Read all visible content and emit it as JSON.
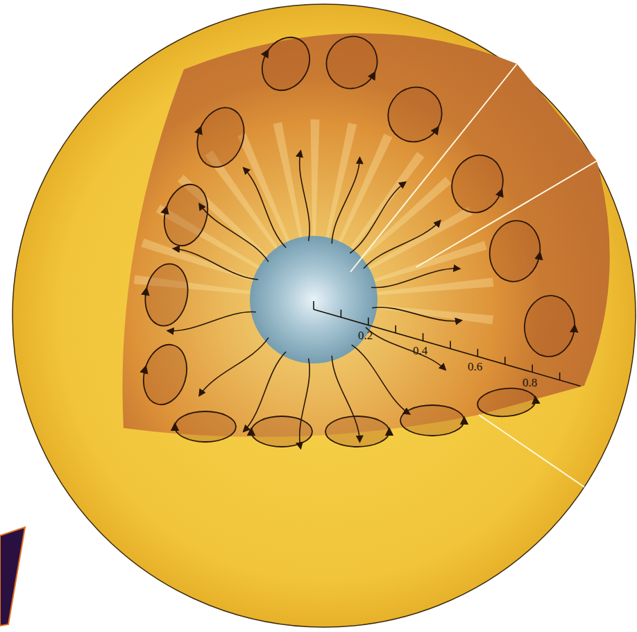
{
  "diagram": {
    "labels": [
      "0.2",
      "0.4",
      "0.6",
      "0.8"
    ]
  }
}
